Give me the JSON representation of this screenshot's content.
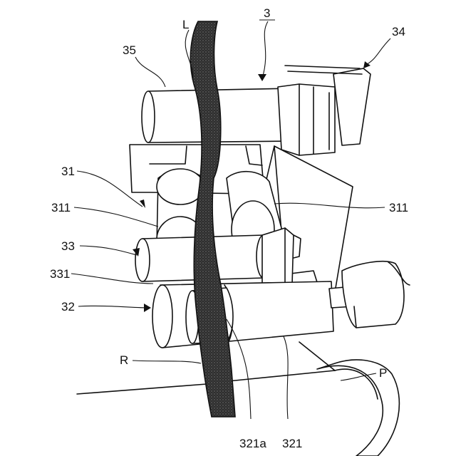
{
  "figure": {
    "labels": {
      "assembly": "3",
      "L": "L",
      "ref_35": "35",
      "ref_34": "34",
      "ref_31": "31",
      "ref_311_left": "311",
      "ref_311_right": "311",
      "ref_33": "33",
      "ref_331": "331",
      "ref_32": "32",
      "R": "R",
      "P": "P",
      "ref_321a": "321a",
      "ref_321": "321"
    },
    "colors": {
      "line": "#111111",
      "belt": "#3a3a3a",
      "background": "#ffffff"
    }
  }
}
